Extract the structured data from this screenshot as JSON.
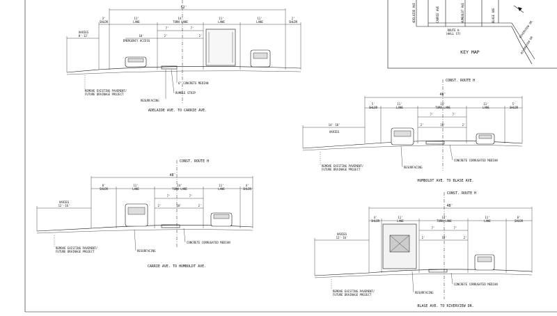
{
  "key_map": {
    "title": "KEY MAP",
    "streets": [
      "ADELAIDE AVE",
      "CARRIE AVE",
      "HUMBOLDT AVE",
      "BLASE AVE"
    ],
    "route": [
      "ROUTE H",
      "(HALL ST)"
    ],
    "riverview_upper": "RIVERVIEW DR.",
    "riverview_lower": "RIVERVIEW DR"
  },
  "sections": [
    {
      "id": "adelaide",
      "caption": "ADELAIDE AVE. TO CARRIE AVE.",
      "centerline": "",
      "total": "52'",
      "lanes": [
        {
          "width": "3'",
          "label": "SHLDR"
        },
        {
          "width": "11'",
          "label": "LANE"
        },
        {
          "width": "14'",
          "label": "TURN LANE"
        },
        {
          "width": "11'",
          "label": "LANE"
        },
        {
          "width": "11'",
          "label": "LANE"
        },
        {
          "width": "2'",
          "label": "SHLDR"
        }
      ],
      "varies": [
        "VARIES",
        "8'-12'"
      ],
      "median_dims": [
        "7'",
        "7'",
        "2'",
        "2'"
      ],
      "extra_dims": [
        "10'"
      ],
      "notes": [
        "EMERGENCY ACCESS",
        "REMOVE EXISTING PAVEMENT/",
        "FUTURE DRAINAGE PROJECT",
        "RUMBLE STRIP",
        "6\" CONCRETE MEDIAN",
        "RESURFACING"
      ]
    },
    {
      "id": "humboldt",
      "caption": "HUMBOLDT AVE. TO BLASE AVE.",
      "centerline": "CONST. ROUTE H",
      "total": "46'",
      "lanes": [
        {
          "width": "5'",
          "label": "SHLDR"
        },
        {
          "width": "11'",
          "label": "LANE"
        },
        {
          "width": "14'",
          "label": "TURN LANE"
        },
        {
          "width": "11'",
          "label": "LANE"
        },
        {
          "width": "5'",
          "label": "SHLDR"
        }
      ],
      "varies": [
        "14'-18'",
        "VARIES"
      ],
      "median_dims": [
        "7'",
        "7'",
        "2'",
        "10'",
        "2'"
      ],
      "notes": [
        "REMOVE EXISTING PAVEMENT/",
        "FUTURE DRAINAGE PROJECT",
        "RESURFACING",
        "CONCRETE CORRUGATED MEDIAN"
      ]
    },
    {
      "id": "carrie",
      "caption": "CARRIE AVE. TO HUMBOLDT AVE.",
      "centerline": "CONST. ROUTE H",
      "total": "48'",
      "lanes": [
        {
          "width": "8'",
          "label": "SHLDR"
        },
        {
          "width": "11'",
          "label": "LANE"
        },
        {
          "width": "14'",
          "label": "TURN LANE"
        },
        {
          "width": "11'",
          "label": "LANE"
        },
        {
          "width": "4'",
          "label": "SHLDR"
        }
      ],
      "varies": [
        "VARIES",
        "12'-16'"
      ],
      "median_dims": [
        "7'",
        "7'",
        "2'",
        "10'",
        "2'"
      ],
      "notes": [
        "REMOVE EXISTING PAVEMENT/",
        "FUTURE DRAINAGE PROJECT",
        "RESURFACING",
        "CONCRETE CORRUGATED MEDIAN"
      ]
    },
    {
      "id": "blase",
      "caption": "BLASE AVE. TO RIVERVIEW DR.",
      "centerline": "CONST. ROUTE H",
      "total": "48'",
      "lanes": [
        {
          "width": "4'",
          "label": "SHLDR"
        },
        {
          "width": "11'",
          "label": "LANE"
        },
        {
          "width": "14'",
          "label": "TURN LANE"
        },
        {
          "width": "11'",
          "label": "LANE"
        },
        {
          "width": "8'",
          "label": "SHLDR"
        }
      ],
      "varies": [
        "VARIES",
        "12'-16'"
      ],
      "median_dims": [
        "7'",
        "7'",
        "2'",
        "10'",
        "2'"
      ],
      "notes": [
        "REMOVE EXISTING PAVEMENT/",
        "FUTURE DRAINAGE PROJECT",
        "RESURFACING",
        "CONCRETE CORRUGATED MEDIAN"
      ]
    }
  ]
}
